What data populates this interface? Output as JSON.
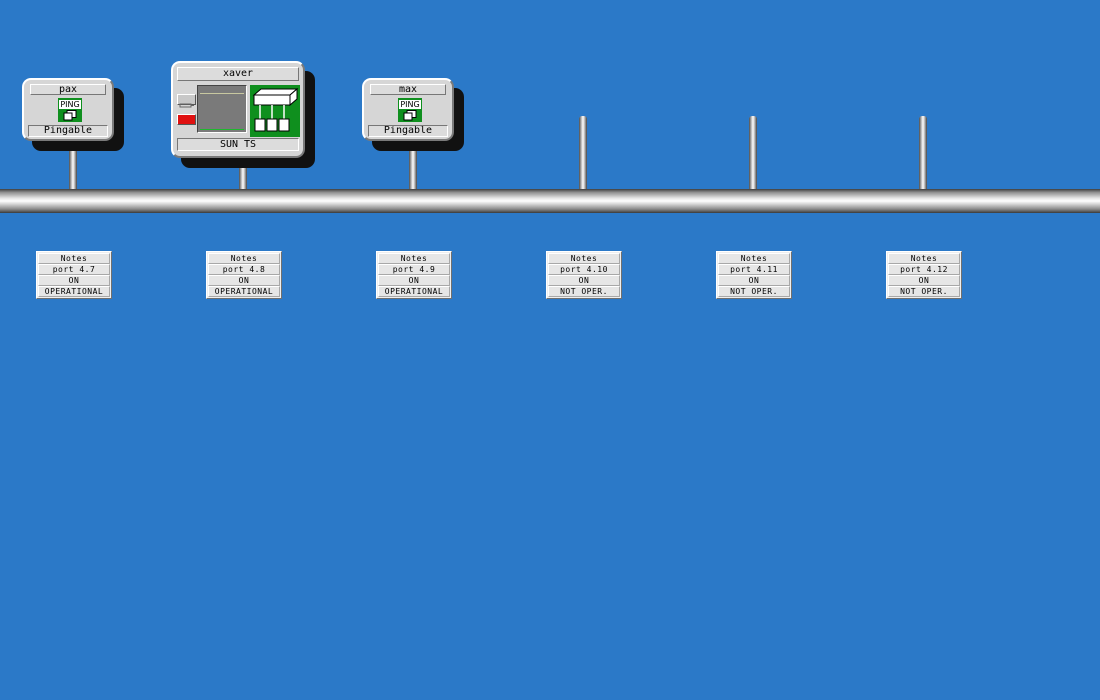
{
  "colors": {
    "background": "#2b79c8",
    "ping_green": "#0f8f1e",
    "alert_red": "#e01010"
  },
  "devices": {
    "pax": {
      "name": "pax",
      "badge": "PING",
      "icon": "host-icon",
      "status": "Pingable"
    },
    "xaver": {
      "name": "xaver",
      "type": "SUN TS",
      "icons": [
        "terminal-button-icon",
        "alarm-icon",
        "network-hub-icon"
      ]
    },
    "max": {
      "name": "max",
      "badge": "PING",
      "icon": "host-icon",
      "status": "Pingable"
    }
  },
  "ports": [
    {
      "header": "Notes",
      "port": "port 4.7",
      "admin": "ON",
      "oper": "OPERATIONAL"
    },
    {
      "header": "Notes",
      "port": "port 4.8",
      "admin": "ON",
      "oper": "OPERATIONAL"
    },
    {
      "header": "Notes",
      "port": "port 4.9",
      "admin": "ON",
      "oper": "OPERATIONAL"
    },
    {
      "header": "Notes",
      "port": "port 4.10",
      "admin": "ON",
      "oper": "NOT OPER."
    },
    {
      "header": "Notes",
      "port": "port 4.11",
      "admin": "ON",
      "oper": "NOT OPER."
    },
    {
      "header": "Notes",
      "port": "port 4.12",
      "admin": "ON",
      "oper": "NOT OPER."
    }
  ]
}
